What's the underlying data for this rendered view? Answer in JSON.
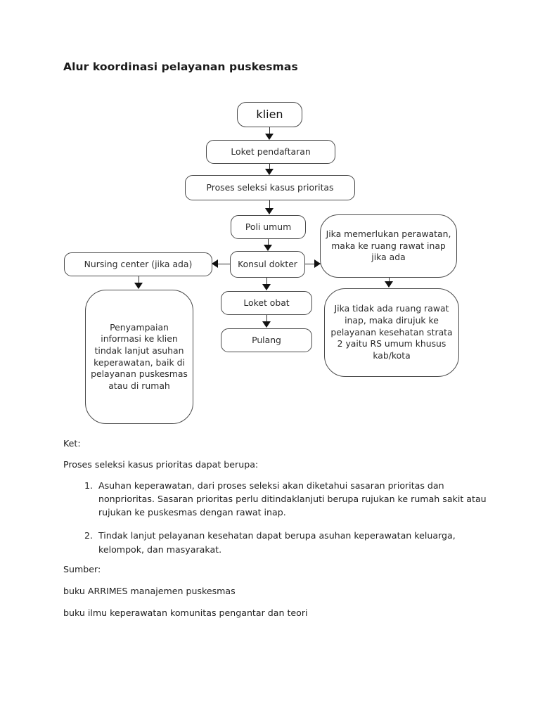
{
  "document": {
    "title": "Alur koordinasi pelayanan puskesmas"
  },
  "flowchart": {
    "nodes": {
      "klien": "klien",
      "loket_pendaftaran": "Loket pendaftaran",
      "proses_seleksi": "Proses seleksi kasus prioritas",
      "poli_umum": "Poli umum",
      "konsul_dokter": "Konsul dokter",
      "nursing_center": "Nursing center (jika ada)",
      "rawat_inap": "Jika memerlukan perawatan, maka ke ruang rawat inap jika ada",
      "loket_obat": "Loket obat",
      "pulang": "Pulang",
      "penyampaian_informasi": "Penyampaian informasi ke klien tindak lanjut asuhan keperawatan, baik di pelayanan puskesmas atau di rumah",
      "rujukan_strata2": "Jika tidak ada ruang rawat inap, maka dirujuk ke pelayanan kesehatan strata 2 yaitu RS umum khusus kab/kota"
    },
    "edges": [
      {
        "from": "klien",
        "to": "loket_pendaftaran",
        "direction": "down"
      },
      {
        "from": "loket_pendaftaran",
        "to": "proses_seleksi",
        "direction": "down"
      },
      {
        "from": "proses_seleksi",
        "to": "poli_umum",
        "direction": "down"
      },
      {
        "from": "poli_umum",
        "to": "konsul_dokter",
        "direction": "down"
      },
      {
        "from": "konsul_dokter",
        "to": "nursing_center",
        "direction": "left"
      },
      {
        "from": "konsul_dokter",
        "to": "rawat_inap",
        "direction": "right"
      },
      {
        "from": "konsul_dokter",
        "to": "loket_obat",
        "direction": "down"
      },
      {
        "from": "loket_obat",
        "to": "pulang",
        "direction": "down"
      },
      {
        "from": "nursing_center",
        "to": "penyampaian_informasi",
        "direction": "down"
      },
      {
        "from": "rawat_inap",
        "to": "rujukan_strata2",
        "direction": "down"
      }
    ]
  },
  "notes": {
    "ket_label": "Ket:",
    "intro": "Proses seleksi kasus prioritas dapat berupa:",
    "items": [
      {
        "number": "1.",
        "text": "Asuhan keperawatan, dari proses seleksi akan diketahui sasaran prioritas dan nonprioritas. Sasaran prioritas perlu ditindaklanjuti berupa rujukan ke rumah sakit atau rujukan ke puskesmas dengan rawat inap."
      },
      {
        "number": "2.",
        "text": "Tindak lanjut pelayanan kesehatan dapat berupa asuhan keperawatan keluarga, kelompok, dan masyarakat."
      }
    ]
  },
  "sources": {
    "label": "Sumber:",
    "items": [
      "buku ARRIMES manajemen puskesmas",
      "buku  ilmu keperawatan komunitas pengantar dan teori"
    ]
  },
  "colors": {
    "text": "#1f1f1f",
    "box_border": "#4a4a4a",
    "connector": "#2b2b2b",
    "background": "#ffffff"
  }
}
